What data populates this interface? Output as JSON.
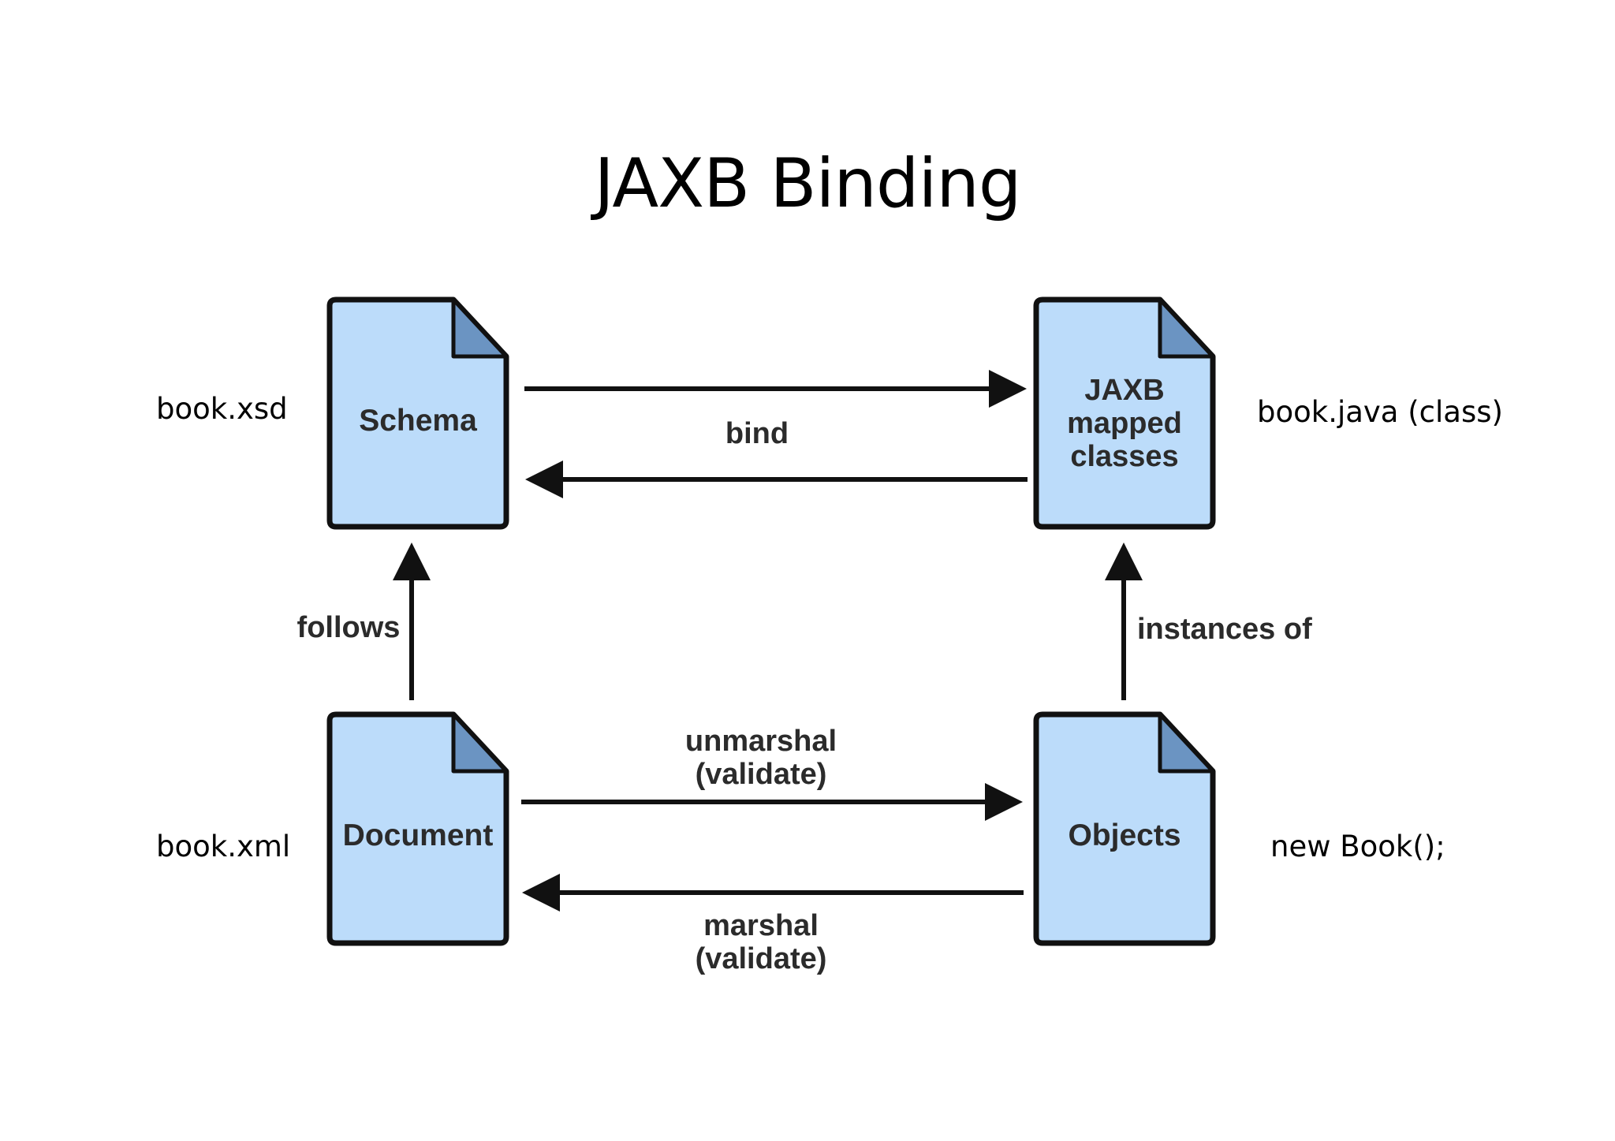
{
  "title": "JAXB Binding",
  "colors": {
    "doc_fill": "#bcdcfa",
    "doc_fold": "#6b94c2",
    "doc_stroke": "#111111",
    "arrow": "#111111",
    "label_text": "#2b2b2b"
  },
  "nodes": {
    "schema": {
      "label": "Schema",
      "file_label": "book.xsd",
      "icon": "document-icon"
    },
    "mapped_classes": {
      "label_lines": [
        "JAXB",
        "mapped",
        "classes"
      ],
      "file_label": "book.java (class)",
      "icon": "document-icon"
    },
    "document": {
      "label": "Document",
      "file_label": "book.xml",
      "icon": "document-icon"
    },
    "objects": {
      "label": "Objects",
      "file_label": "new Book();",
      "icon": "document-icon"
    }
  },
  "edges": {
    "bind": {
      "label": "bind",
      "from": "Schema",
      "to": "JAXB mapped classes",
      "bidirectional": true
    },
    "follows": {
      "label": "follows",
      "from": "Document",
      "to": "Schema"
    },
    "instances_of": {
      "label": "instances of",
      "from": "Objects",
      "to": "JAXB mapped classes"
    },
    "unmarshal": {
      "label_lines": [
        "unmarshal",
        "(validate)"
      ],
      "from": "Document",
      "to": "Objects"
    },
    "marshal": {
      "label_lines": [
        "marshal",
        "(validate)"
      ],
      "from": "Objects",
      "to": "Document"
    }
  }
}
